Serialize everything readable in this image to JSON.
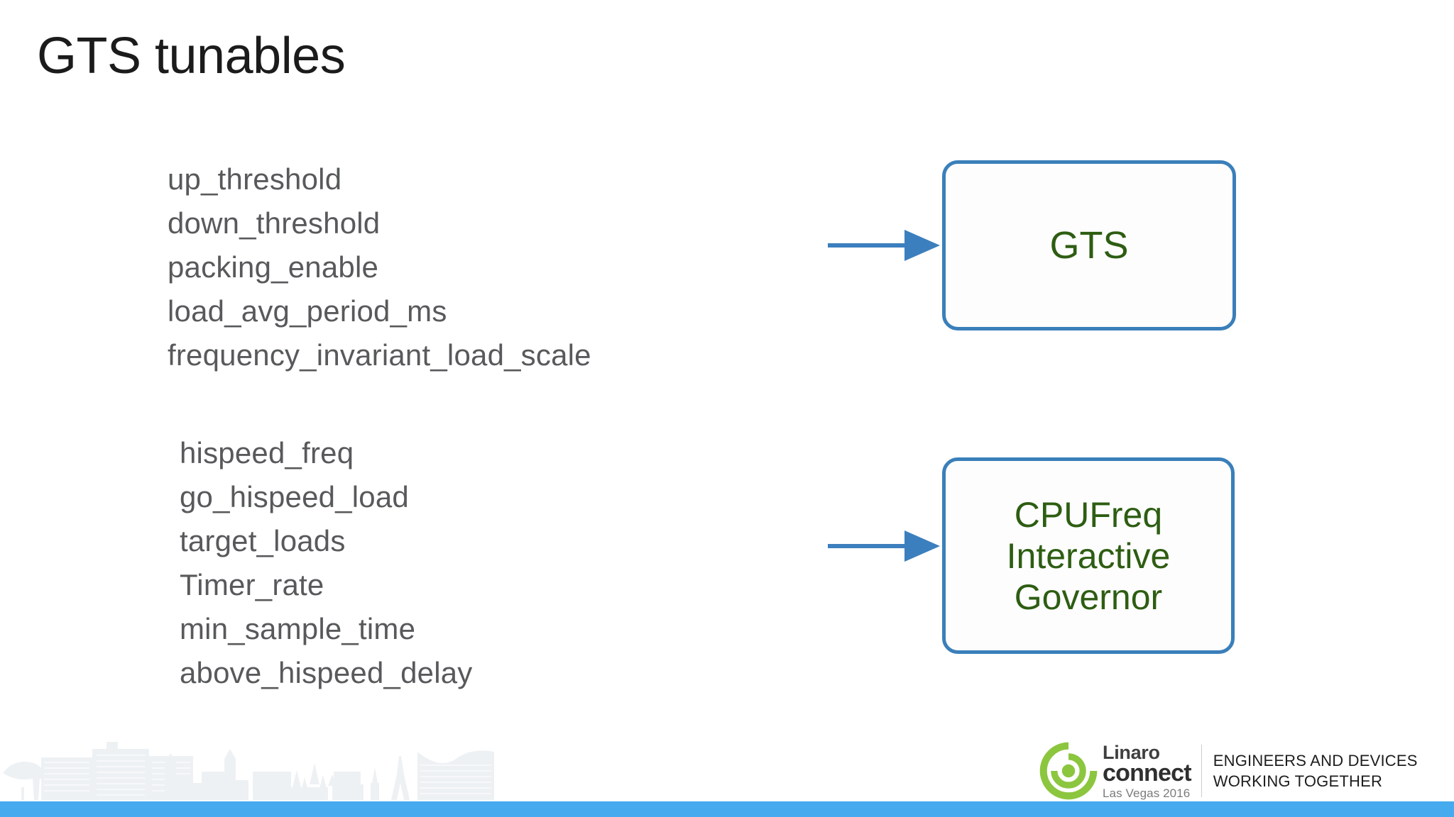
{
  "slide": {
    "title": "GTS tunables",
    "background_color": "#ffffff"
  },
  "tunables": {
    "gts_group": {
      "items": [
        "up_threshold",
        "down_threshold",
        "packing_enable",
        "load_avg_period_ms",
        "frequency_invariant_load_scale"
      ]
    },
    "interactive_group": {
      "items": [
        "hispeed_freq",
        "go_hispeed_load",
        "target_loads",
        "Timer_rate",
        "min_sample_time",
        "above_hispeed_delay"
      ]
    },
    "text_color": "#58595b"
  },
  "diagram": {
    "boxes": [
      {
        "id": "gts",
        "lines": [
          "GTS"
        ],
        "border_color": "#3a7fba",
        "text_color": "#2d5d12",
        "fill_color": "#fdfdfd"
      },
      {
        "id": "cpufreq-interactive-governor",
        "lines": [
          "CPUFreq",
          "Interactive",
          "Governor"
        ],
        "border_color": "#3a7fba",
        "text_color": "#2d5d12",
        "fill_color": "#fdfdfd"
      }
    ],
    "arrow_color": "#3c7fbe"
  },
  "footer": {
    "logo": {
      "mark_color": "#8cc63f",
      "linaro": "Linaro",
      "connect": "connect",
      "city": "Las Vegas 2016"
    },
    "tagline_line1": "ENGINEERS AND DEVICES",
    "tagline_line2": "WORKING TOGETHER",
    "bar_color": "#45aaee",
    "skyline_color": "#eef1f4"
  }
}
